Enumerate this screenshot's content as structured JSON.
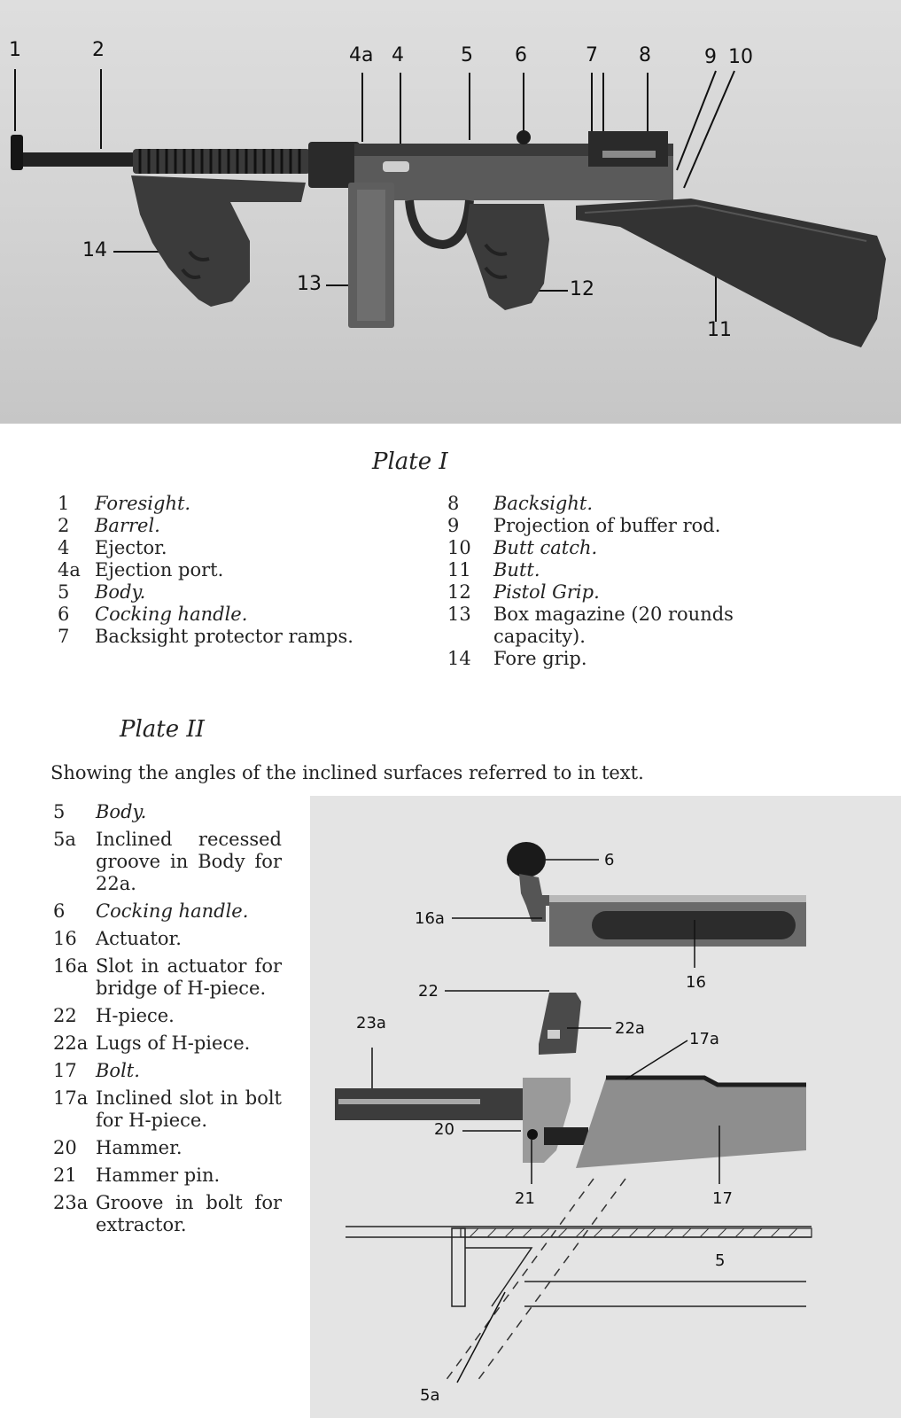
{
  "plate1": {
    "callouts": [
      "1",
      "2",
      "4a",
      "4",
      "5",
      "6",
      "7",
      "8",
      "9",
      "10",
      "14",
      "13",
      "12",
      "11"
    ],
    "title": "Plate I",
    "legend_left": [
      {
        "num": "1",
        "text": "Foresight."
      },
      {
        "num": "2",
        "text": "Barrel."
      },
      {
        "num": "4",
        "text": "Ejector."
      },
      {
        "num": "4a",
        "text": "Ejection port."
      },
      {
        "num": "5",
        "text": "Body."
      },
      {
        "num": "6",
        "text": "Cocking handle."
      },
      {
        "num": "7",
        "text": "Backsight protector ramps."
      }
    ],
    "legend_right": [
      {
        "num": "8",
        "text": "Backsight."
      },
      {
        "num": "9",
        "text": "Projection of buffer rod."
      },
      {
        "num": "10",
        "text": "Butt catch."
      },
      {
        "num": "11",
        "text": "Butt."
      },
      {
        "num": "12",
        "text": "Pistol Grip."
      },
      {
        "num": "13",
        "text": "Box magazine (20 rounds capacity)."
      },
      {
        "num": "14",
        "text": "Fore grip."
      }
    ]
  },
  "plate2": {
    "title": "Plate II",
    "intro": "Showing the angles of the inclined surfaces referred to in text.",
    "legend": [
      {
        "num": "5",
        "text": "Body."
      },
      {
        "num": "5a",
        "text": "Inclined recessed groove in Body for 22a."
      },
      {
        "num": "6",
        "text": "Cocking handle."
      },
      {
        "num": "16",
        "text": "Actuator."
      },
      {
        "num": "16a",
        "text": "Slot in actuator for bridge of H-piece."
      },
      {
        "num": "22",
        "text": "H-piece."
      },
      {
        "num": "22a",
        "text": "Lugs of H-piece."
      },
      {
        "num": "17",
        "text": "Bolt."
      },
      {
        "num": "17a",
        "text": "Inclined slot in bolt for H-piece."
      },
      {
        "num": "20",
        "text": "Hammer."
      },
      {
        "num": "21",
        "text": "Hammer pin."
      },
      {
        "num": "23a",
        "text": "Groove in bolt for extractor."
      }
    ],
    "diagram_labels": [
      "6",
      "16a",
      "16",
      "22",
      "22a",
      "23a",
      "17a",
      "20",
      "21",
      "17",
      "5",
      "5a"
    ]
  }
}
